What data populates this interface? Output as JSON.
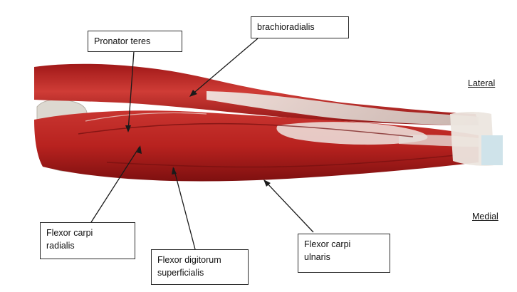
{
  "labels": {
    "pronator_teres": "Pronator teres",
    "brachioradialis": "brachioradialis",
    "flexor_carpi_radialis_line1": "Flexor carpi",
    "flexor_carpi_radialis_line2": "radialis",
    "flexor_digitorum_line1": "Flexor digitorum",
    "flexor_digitorum_line2": "superficialis",
    "flexor_carpi_ulnaris_line1": "Flexor carpi",
    "flexor_carpi_ulnaris_line2": "ulnaris"
  },
  "orientation": {
    "lateral": "Lateral",
    "medial": "Medial"
  },
  "colors": {
    "muscle_dark": "#8e1414",
    "muscle_mid": "#b8221f",
    "muscle_light": "#d24a44",
    "tendon": "#e9e2dc",
    "bone": "#d9d6cf",
    "wrist_tint": "#cfe3ea",
    "line": "#1a1a1a"
  }
}
